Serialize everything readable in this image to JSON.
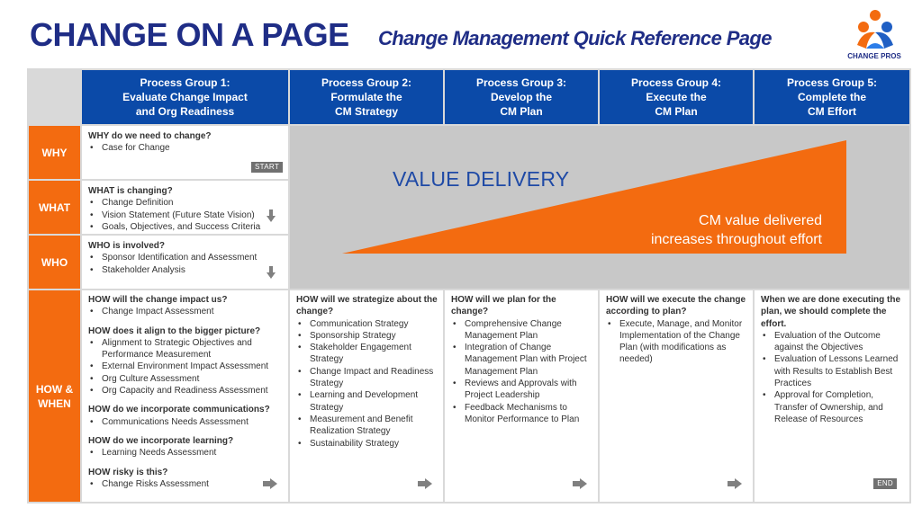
{
  "header": {
    "title": "CHANGE ON A PAGE",
    "subtitle": "Change Management Quick Reference Page",
    "logo_text": "CHANGE PROS",
    "logo_icon": "people-circle-logo-icon"
  },
  "colors": {
    "navy": "#1f2d86",
    "header_blue": "#0b4aa8",
    "orange": "#f36b10",
    "gray": "#c8c8c8"
  },
  "process_groups": [
    {
      "label": "Process Group 1:\nEvaluate Change Impact\nand Org Readiness"
    },
    {
      "label": "Process Group 2:\nFormulate  the\nCM Strategy"
    },
    {
      "label": "Process Group 3:\nDevelop the\nCM Plan"
    },
    {
      "label": "Process Group 4:\nExecute  the\nCM Plan"
    },
    {
      "label": "Process Group 5:\nComplete  the\nCM Effort"
    }
  ],
  "rows": {
    "why": "WHY",
    "what": "WHAT",
    "who": "WHO",
    "how": "HOW &\nWHEN"
  },
  "why_box": {
    "question": "WHY do we need to change?",
    "items": [
      "Case for Change"
    ],
    "tag": "START"
  },
  "what_box": {
    "question": "WHAT is changing?",
    "items": [
      "Change Definition",
      "Vision Statement (Future State Vision)",
      "Goals, Objectives, and Success Criteria"
    ]
  },
  "who_box": {
    "question": "WHO is involved?",
    "items": [
      "Sponsor Identification and Assessment",
      "Stakeholder Analysis"
    ]
  },
  "value_area": {
    "title": "VALUE DELIVERY",
    "triangle_label": "CM value delivered\nincreases throughout effort"
  },
  "how_boxes": {
    "pg1": {
      "sections": [
        {
          "question": "HOW will the change impact us?",
          "items": [
            "Change Impact Assessment"
          ]
        },
        {
          "question": "HOW does it align to the bigger picture?",
          "items": [
            "Alignment to Strategic Objectives and Performance Measurement",
            "External Environment Impact Assessment",
            "Org Culture Assessment",
            "Org Capacity and Readiness Assessment"
          ]
        },
        {
          "question": "HOW do we incorporate communications?",
          "items": [
            "Communications Needs Assessment"
          ]
        },
        {
          "question": "HOW do we incorporate learning?",
          "items": [
            "Learning Needs Assessment"
          ]
        },
        {
          "question": "HOW risky is this?",
          "items": [
            "Change Risks Assessment"
          ]
        }
      ]
    },
    "pg2": {
      "sections": [
        {
          "question": "HOW will we strategize about the change?",
          "items": [
            "Communication Strategy",
            "Sponsorship Strategy",
            "Stakeholder Engagement Strategy",
            "Change Impact and Readiness Strategy",
            "Learning and Development Strategy",
            "Measurement and Benefit Realization Strategy",
            "Sustainability Strategy"
          ]
        }
      ]
    },
    "pg3": {
      "sections": [
        {
          "question": "HOW will we plan for the change?",
          "items": [
            "Comprehensive Change Management Plan",
            "Integration of Change Management Plan with Project Management Plan",
            "Reviews and Approvals with Project Leadership",
            "Feedback Mechanisms to Monitor Performance to Plan"
          ]
        }
      ]
    },
    "pg4": {
      "sections": [
        {
          "question": "HOW will we execute the change according to plan?",
          "items": [
            "Execute, Manage, and Monitor Implementation of the Change Plan (with modifications as needed)"
          ]
        }
      ]
    },
    "pg5": {
      "sections": [
        {
          "question": "When we are done executing the plan, we should complete the effort.",
          "items": [
            "Evaluation of the Outcome against the Objectives",
            "Evaluation of Lessons Learned with Results to Establish Best Practices",
            "Approval for Completion, Transfer of Ownership, and Release of Resources"
          ]
        }
      ],
      "tag": "END"
    }
  }
}
